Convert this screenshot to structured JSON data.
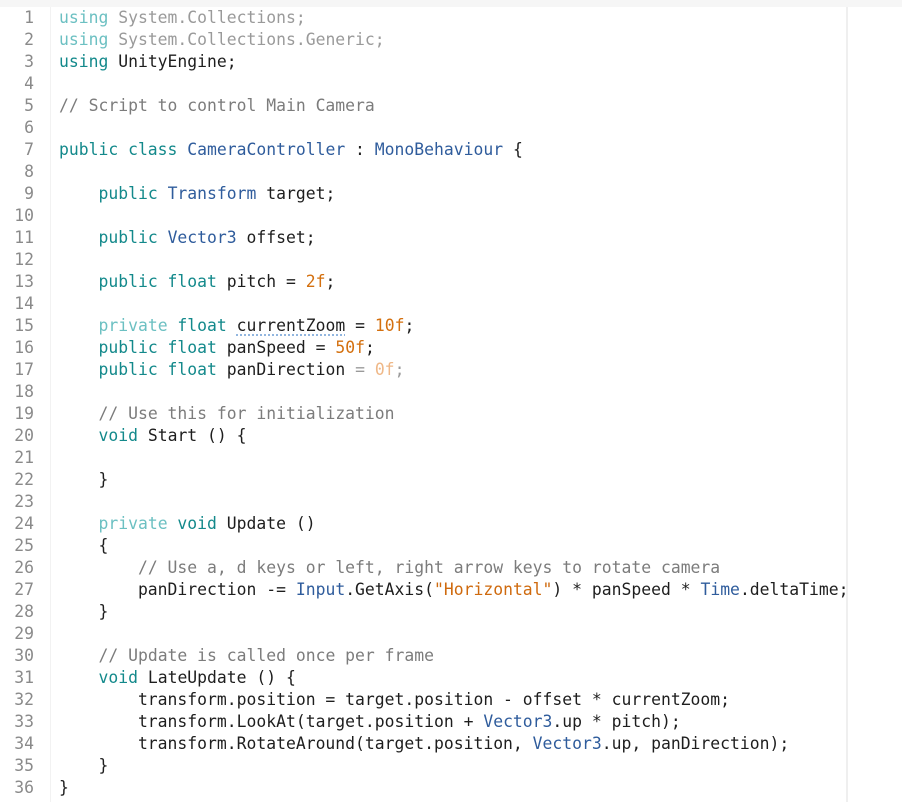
{
  "editor": {
    "language": "C#",
    "colors": {
      "keyword": "#13898b",
      "keyword_faded": "#6cc0c2",
      "type": "#2f5c9c",
      "number": "#d4700f",
      "string": "#cf6a0e",
      "comment": "#7c7c7c",
      "text": "#1e1e1e",
      "line_number": "#8a8a8a"
    },
    "lines": [
      {
        "n": "1",
        "tokens": [
          [
            "kwf",
            "using"
          ],
          [
            "plf",
            " System.Collections;"
          ]
        ]
      },
      {
        "n": "2",
        "tokens": [
          [
            "kwf",
            "using"
          ],
          [
            "plf",
            " System.Collections.Generic;"
          ]
        ]
      },
      {
        "n": "3",
        "tokens": [
          [
            "kw",
            "using"
          ],
          [
            "pl",
            " UnityEngine;"
          ]
        ]
      },
      {
        "n": "4",
        "tokens": []
      },
      {
        "n": "5",
        "tokens": [
          [
            "cm",
            "// Script to control Main Camera"
          ]
        ]
      },
      {
        "n": "6",
        "tokens": []
      },
      {
        "n": "7",
        "tokens": [
          [
            "kw",
            "public class "
          ],
          [
            "ty",
            "CameraController"
          ],
          [
            "pl",
            " : "
          ],
          [
            "ty",
            "MonoBehaviour"
          ],
          [
            "pl",
            " {"
          ]
        ]
      },
      {
        "n": "8",
        "tokens": []
      },
      {
        "n": "9",
        "tokens": [
          [
            "pl",
            "    "
          ],
          [
            "kw",
            "public "
          ],
          [
            "ty",
            "Transform"
          ],
          [
            "pl",
            " target;"
          ]
        ]
      },
      {
        "n": "10",
        "tokens": []
      },
      {
        "n": "11",
        "tokens": [
          [
            "pl",
            "    "
          ],
          [
            "kw",
            "public "
          ],
          [
            "ty",
            "Vector3"
          ],
          [
            "pl",
            " offset;"
          ]
        ]
      },
      {
        "n": "12",
        "tokens": []
      },
      {
        "n": "13",
        "tokens": [
          [
            "pl",
            "    "
          ],
          [
            "kw",
            "public float"
          ],
          [
            "pl",
            " pitch = "
          ],
          [
            "num",
            "2f"
          ],
          [
            "pl",
            ";"
          ]
        ]
      },
      {
        "n": "14",
        "tokens": []
      },
      {
        "n": "15",
        "tokens": [
          [
            "pl",
            "    "
          ],
          [
            "kwf",
            "private"
          ],
          [
            "kw",
            " float"
          ],
          [
            "pl",
            " "
          ],
          [
            "wavy",
            "currentZoom"
          ],
          [
            "pl",
            " = "
          ],
          [
            "num",
            "10f"
          ],
          [
            "pl",
            ";"
          ]
        ]
      },
      {
        "n": "16",
        "tokens": [
          [
            "pl",
            "    "
          ],
          [
            "kw",
            "public float"
          ],
          [
            "pl",
            " panSpeed = "
          ],
          [
            "num",
            "50f"
          ],
          [
            "pl",
            ";"
          ]
        ]
      },
      {
        "n": "17",
        "tokens": [
          [
            "pl",
            "    "
          ],
          [
            "kw",
            "public float"
          ],
          [
            "pl",
            " panDirection "
          ],
          [
            "plf",
            "= "
          ],
          [
            "numf",
            "0f"
          ],
          [
            "plf",
            ";"
          ]
        ]
      },
      {
        "n": "18",
        "tokens": []
      },
      {
        "n": "19",
        "tokens": [
          [
            "pl",
            "    "
          ],
          [
            "cm",
            "// Use this for initialization"
          ]
        ]
      },
      {
        "n": "20",
        "tokens": [
          [
            "pl",
            "    "
          ],
          [
            "kw",
            "void"
          ],
          [
            "pl",
            " Start () {"
          ]
        ]
      },
      {
        "n": "21",
        "tokens": []
      },
      {
        "n": "22",
        "tokens": [
          [
            "pl",
            "    }"
          ]
        ]
      },
      {
        "n": "23",
        "tokens": []
      },
      {
        "n": "24",
        "tokens": [
          [
            "pl",
            "    "
          ],
          [
            "kwf",
            "private"
          ],
          [
            "kw",
            " void"
          ],
          [
            "pl",
            " Update ()"
          ]
        ]
      },
      {
        "n": "25",
        "tokens": [
          [
            "pl",
            "    {"
          ]
        ]
      },
      {
        "n": "26",
        "tokens": [
          [
            "pl",
            "        "
          ],
          [
            "cm",
            "// Use a, d keys or left, right arrow keys to rotate camera"
          ]
        ]
      },
      {
        "n": "27",
        "tokens": [
          [
            "pl",
            "        panDirection -= "
          ],
          [
            "ty",
            "Input"
          ],
          [
            "pl",
            ".GetAxis("
          ],
          [
            "str",
            "\"Horizontal\""
          ],
          [
            "pl",
            ") * panSpeed * "
          ],
          [
            "ty",
            "Time"
          ],
          [
            "pl",
            ".deltaTime;"
          ]
        ]
      },
      {
        "n": "28",
        "tokens": [
          [
            "pl",
            "    }"
          ]
        ]
      },
      {
        "n": "29",
        "tokens": []
      },
      {
        "n": "30",
        "tokens": [
          [
            "pl",
            "    "
          ],
          [
            "cm",
            "// Update is called once per frame"
          ]
        ]
      },
      {
        "n": "31",
        "tokens": [
          [
            "pl",
            "    "
          ],
          [
            "kw",
            "void"
          ],
          [
            "pl",
            " LateUpdate () {"
          ]
        ]
      },
      {
        "n": "32",
        "tokens": [
          [
            "pl",
            "        transform.position = target.position - offset * currentZoom;"
          ]
        ]
      },
      {
        "n": "33",
        "tokens": [
          [
            "pl",
            "        transform.LookAt(target.position + "
          ],
          [
            "ty",
            "Vector3"
          ],
          [
            "pl",
            ".up * pitch);"
          ]
        ]
      },
      {
        "n": "34",
        "tokens": [
          [
            "pl",
            "        transform.RotateAround(target.position, "
          ],
          [
            "ty",
            "Vector3"
          ],
          [
            "pl",
            ".up, panDirection);"
          ]
        ]
      },
      {
        "n": "35",
        "tokens": [
          [
            "pl",
            "    }"
          ]
        ]
      },
      {
        "n": "36",
        "tokens": [
          [
            "pl",
            "}"
          ]
        ]
      }
    ]
  }
}
